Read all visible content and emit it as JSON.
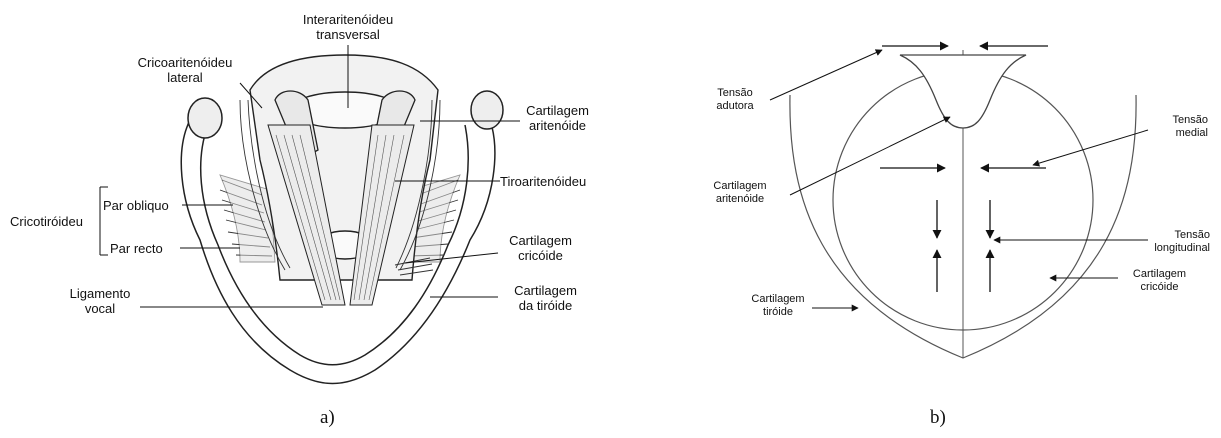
{
  "panel_a": {
    "caption": "a)",
    "labels": {
      "interaritenoideu": [
        "Interaritenóideu",
        "transversal"
      ],
      "cricoaritenoideu": [
        "Cricoaritenóideu",
        "lateral"
      ],
      "cartilagem_aritenoide": [
        "Cartilagem",
        "aritenóide"
      ],
      "tiroaritenoideu": "Tiroaritenóideu",
      "cricotiroideu": "Cricotiróideu",
      "par_obliquo": "Par obliquo",
      "par_recto": "Par recto",
      "cartilagem_cricoide": [
        "Cartilagem",
        "cricóide"
      ],
      "ligamento_vocal": [
        "Ligamento",
        "vocal"
      ],
      "cartilagem_tiroide": [
        "Cartilagem",
        "da tiróide"
      ]
    }
  },
  "panel_b": {
    "caption": "b)",
    "labels": {
      "tensao_adutora": [
        "Tensão",
        "adutora"
      ],
      "tensao_medial": [
        "Tensão",
        "medial"
      ],
      "cartilagem_aritenoide": [
        "Cartilagem",
        "aritenóide"
      ],
      "tensao_longitudinal": [
        "Tensão",
        "longitudinal"
      ],
      "cartilagem_cricoide": [
        "Cartilagem",
        "cricóide"
      ],
      "cartilagem_tiroide": [
        "Cartilagem",
        "tiróide"
      ]
    }
  }
}
